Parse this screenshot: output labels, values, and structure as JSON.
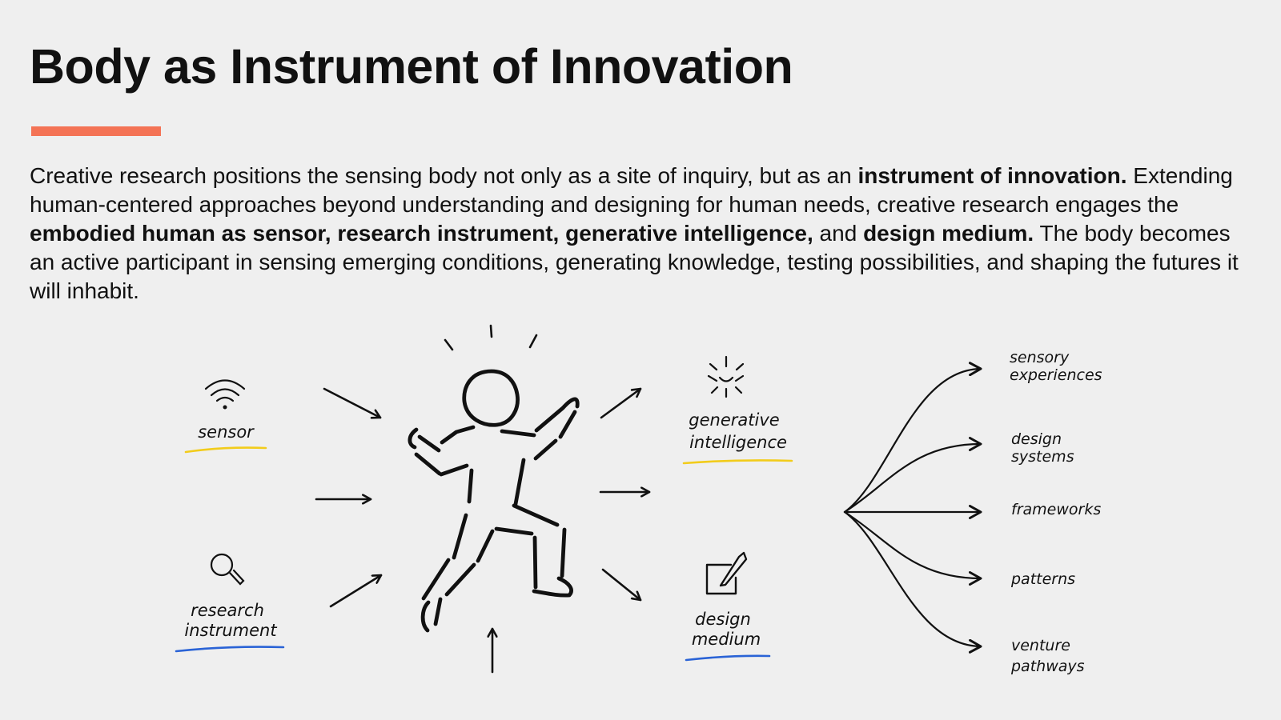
{
  "title": "Body as Instrument of Innovation",
  "accent_color": "#f47355",
  "paragraph": {
    "s1": "Creative research positions the sensing body not only as a site of inquiry, but as an ",
    "b1": "instrument of innovation.",
    "s2": " Extending human-centered approaches beyond understanding and designing for human needs, creative research engages the ",
    "b2": "embodied human as sensor, research instrument, generative intelligence,",
    "s3": " and ",
    "b3": "design medium.",
    "s4": " The body becomes an active participant in sensing emerging conditions, generating knowledge, testing possibilities, and shaping the futures it will inhabit."
  },
  "diagram": {
    "roles": {
      "sensor": "sensor",
      "research_line1": "research",
      "research_line2": "instrument",
      "generative_line1": "generative",
      "generative_line2": "intelligence",
      "design_line1": "design",
      "design_line2": "medium"
    },
    "outcomes": {
      "o1_line1": "sensory",
      "o1_line2": "experiences",
      "o2_line1": "design",
      "o2_line2": "systems",
      "o3": "frameworks",
      "o4": "patterns",
      "o5_line1": "venture",
      "o5_line2": "pathways"
    },
    "colors": {
      "yellow_underline": "#f2cc1b",
      "blue_underline": "#2a63d6",
      "ink": "#111111"
    },
    "icons": [
      "wifi-icon",
      "magnifier-icon",
      "sparkle-icon",
      "pencil-square-icon",
      "human-figure-icon"
    ]
  }
}
